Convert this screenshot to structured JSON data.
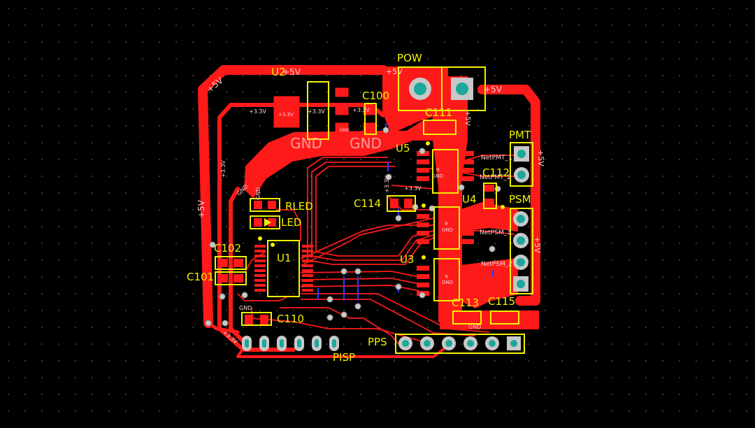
{
  "designators": {
    "pow": "POW",
    "u2": "U2",
    "c100": "C100",
    "c111": "C111",
    "pmt": "PMT",
    "u5": "U5",
    "c112": "C112",
    "u4": "U4",
    "psm": "PSM",
    "c114": "C114",
    "rled": "RLED",
    "led": "LED",
    "c102": "C102",
    "u1": "U1",
    "c101": "C101",
    "u3": "U3",
    "c113": "C113",
    "c115": "C115",
    "c110": "C110",
    "pps": "PPS",
    "pisp": "PISP"
  },
  "nets": {
    "p5v": "+5V",
    "p3v3": "+3.3V",
    "gnd": "GND",
    "netpmt1": "NetPMT_1",
    "netpmt2": "NetPMT_2",
    "netpsm3": "NetPSM_3",
    "netpsm2": "NetPSM_2",
    "pin9": "9"
  },
  "colors": {
    "background": "#000000",
    "copper": "#ff1a1a",
    "silkscreen": "#f2f200",
    "via_pad": "#c8c8c8",
    "via_hole": "#1ba89a"
  }
}
